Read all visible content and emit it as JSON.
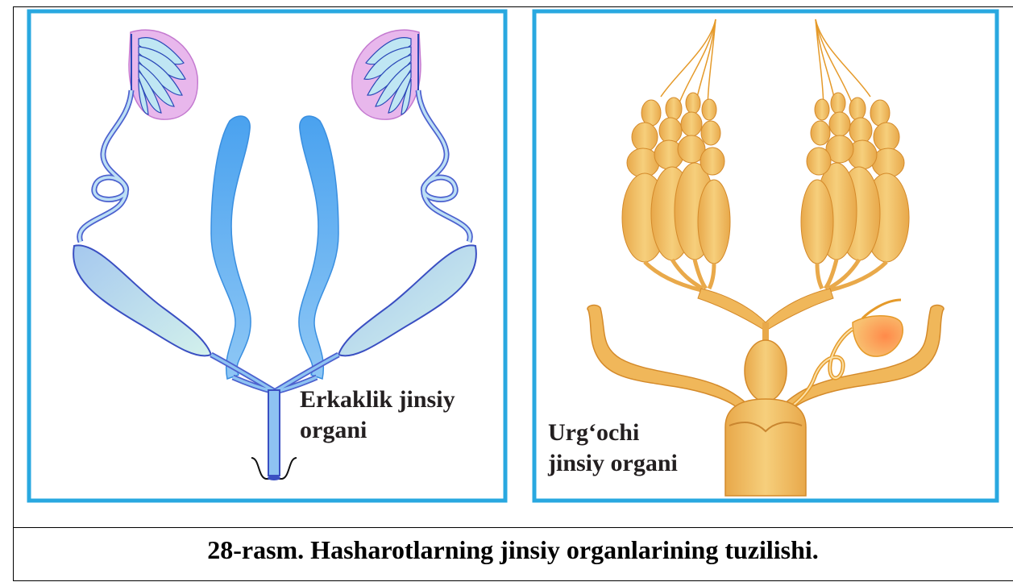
{
  "figure": {
    "male_label": [
      "Erkaklik jinsiy",
      "organi"
    ],
    "female_label": [
      "Urg‘ochi",
      "jinsiy organi"
    ],
    "caption": "28-rasm. Hasharotlarning jinsiy organlarining tuzilishi."
  },
  "colors": {
    "frame": "#29a8e0",
    "male_fill": "#59a9f1",
    "male_stroke": "#3a4fc2",
    "testis_fill": "#e8b7ec",
    "gland_fill": "#bde3e6",
    "female_fill": "#f3c36a",
    "female_stroke": "#e59a2a"
  }
}
